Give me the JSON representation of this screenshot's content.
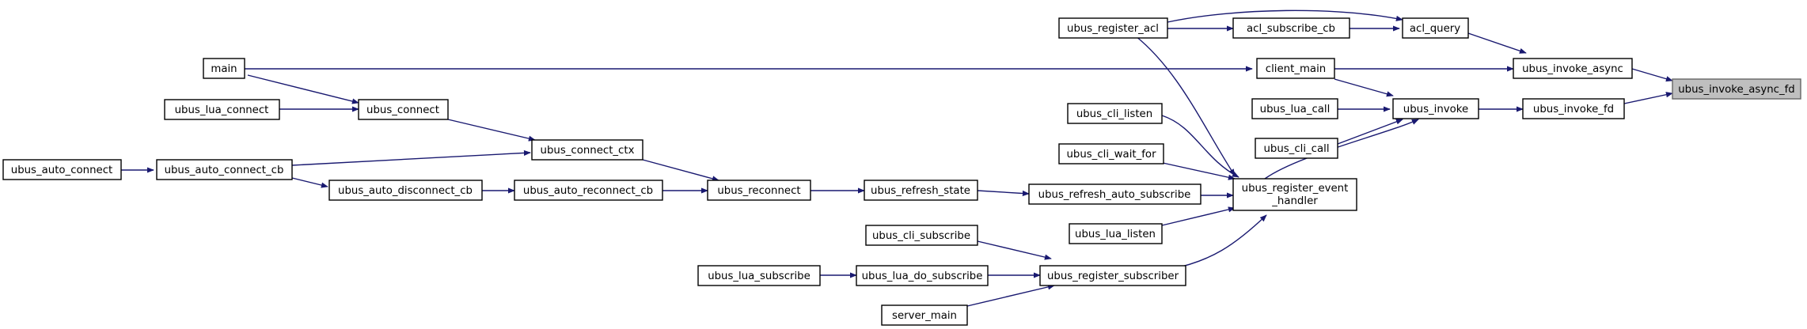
{
  "nodes": {
    "ubus_invoke_async_fd": "ubus_invoke_async_fd",
    "ubus_invoke_async": "ubus_invoke_async",
    "ubus_invoke_fd": "ubus_invoke_fd",
    "acl_query": "acl_query",
    "acl_subscribe_cb": "acl_subscribe_cb",
    "ubus_register_acl": "ubus_register_acl",
    "client_main": "client_main",
    "main": "main",
    "ubus_invoke": "ubus_invoke",
    "ubus_lua_call": "ubus_lua_call",
    "ubus_cli_call": "ubus_cli_call",
    "ubus_register_event_handler_l1": "ubus_register_event",
    "ubus_register_event_handler_l2": "_handler",
    "ubus_cli_listen": "ubus_cli_listen",
    "ubus_cli_wait_for": "ubus_cli_wait_for",
    "ubus_refresh_auto_subscribe": "ubus_refresh_auto_subscribe",
    "ubus_lua_listen": "ubus_lua_listen",
    "ubus_register_subscriber": "ubus_register_subscriber",
    "ubus_cli_subscribe": "ubus_cli_subscribe",
    "ubus_lua_do_subscribe": "ubus_lua_do_subscribe",
    "ubus_lua_subscribe": "ubus_lua_subscribe",
    "server_main": "server_main",
    "ubus_refresh_state": "ubus_refresh_state",
    "ubus_reconnect": "ubus_reconnect",
    "ubus_connect_ctx": "ubus_connect_ctx",
    "ubus_connect": "ubus_connect",
    "ubus_lua_connect": "ubus_lua_connect",
    "ubus_auto_reconnect_cb": "ubus_auto_reconnect_cb",
    "ubus_auto_disconnect_cb": "ubus_auto_disconnect_cb",
    "ubus_auto_connect_cb": "ubus_auto_connect_cb",
    "ubus_auto_connect": "ubus_auto_connect"
  },
  "colors": {
    "edge": "#191970",
    "root_fill": "#bfbfbf",
    "node_fill": "#ffffff"
  }
}
